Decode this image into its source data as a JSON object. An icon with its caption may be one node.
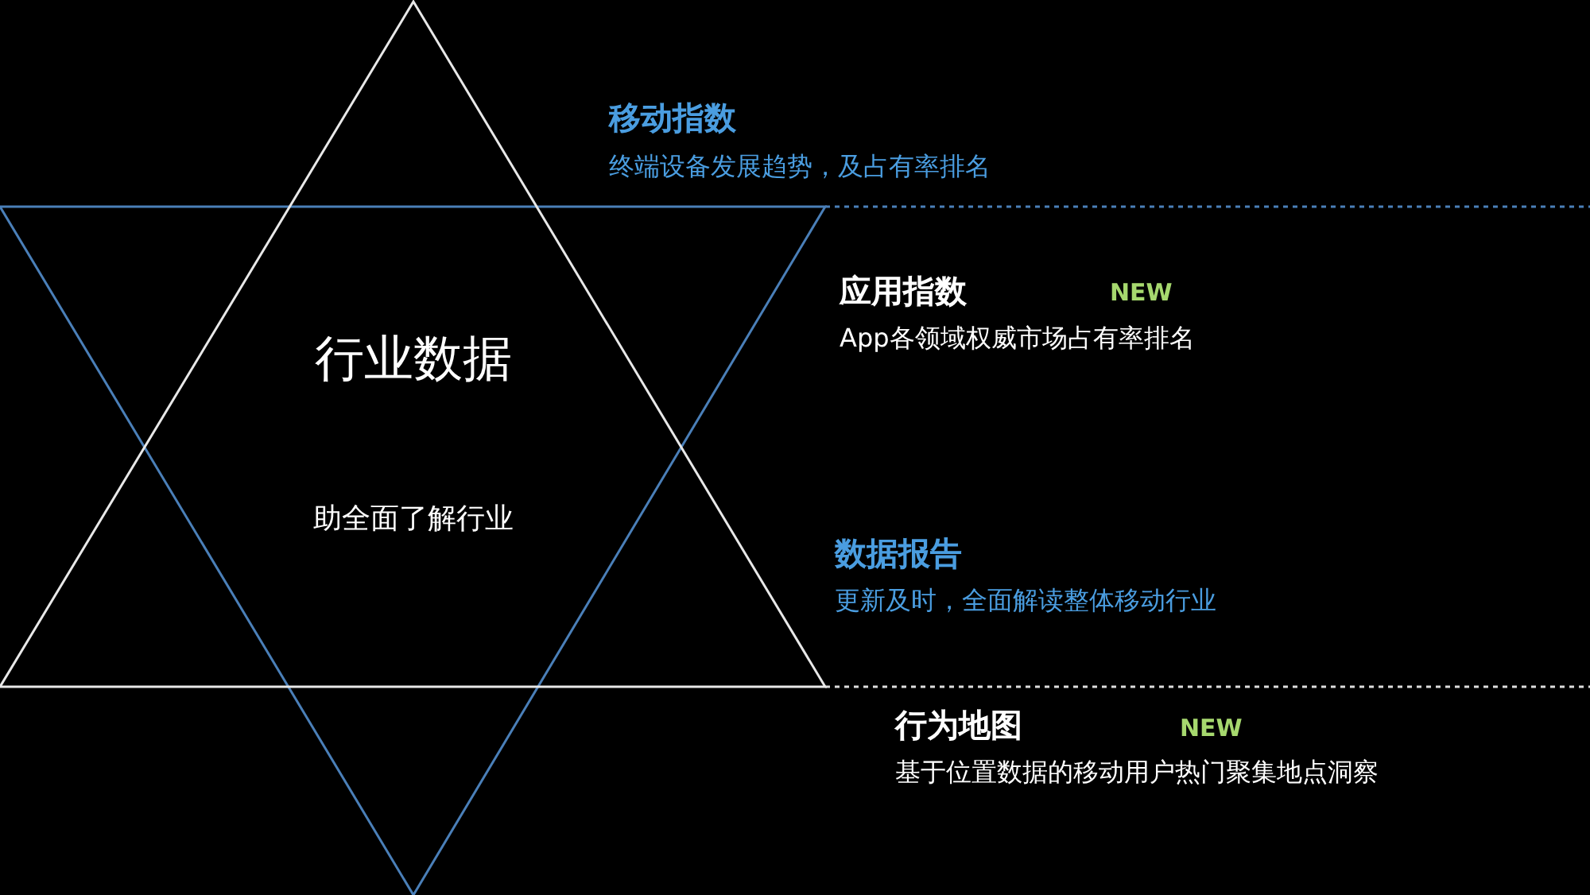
{
  "diagram": {
    "nodes": [
      {
        "text": [
          "行业数据",
          "助全面了解行业"
        ]
      }
    ],
    "edges": [],
    "labels": [
      "移动指数",
      "终端设备发展趋势，及占有率排名",
      "应用指数",
      "NEW",
      "App各领域权威市场占有率排名",
      "数据报告",
      "更新及时，全面解读整体移动行业",
      "行为地图",
      "NEW",
      "基于位置数据的移动用户热门聚集地点洞察"
    ]
  }
}
